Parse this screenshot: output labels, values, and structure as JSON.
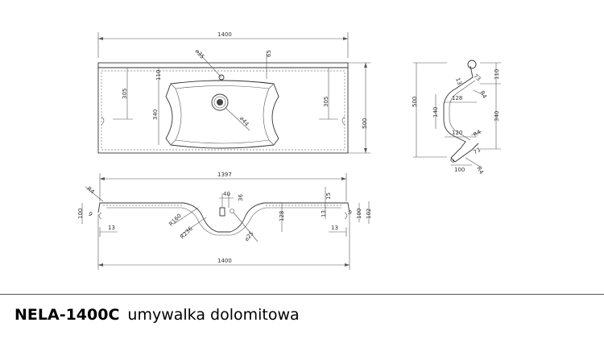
{
  "product": {
    "code": "NELA-1400C",
    "description": "umywalka dolomitowa"
  },
  "top_view": {
    "overall_width": "1400",
    "depth": "500",
    "hole_diameter": "⌀35",
    "hole_offset": "65",
    "bowl_front_offset": "110",
    "bowl_depth": "340",
    "side_left": "305",
    "side_right": "305",
    "drain_diameter": "⌀44"
  },
  "side_view": {
    "depth": "500",
    "bowl_depth_left": "140",
    "bowl_top_width": "128",
    "bowl_bottom_width": "120",
    "r_top": "R4",
    "r_mid": "R4",
    "r_bottom": "R4",
    "height_right": "110",
    "bowl_depth_right": "340",
    "bottom_width": "100",
    "r13": "13",
    "d73_top": "73",
    "d73_bottom": "73",
    "d9_bottom": "9"
  },
  "front_view": {
    "top_width": "1397",
    "bottom_width": "1400",
    "left_radius": "R4",
    "left_height": "100",
    "left_angle": "9",
    "left_offset": "13",
    "r160": "R160",
    "r236": "R236",
    "d40": "40",
    "d36": "36",
    "bowl_height": "128",
    "lip_15": "15",
    "lip_13": "13",
    "right_100": "100",
    "right_102": "102",
    "right_angle": "9",
    "right_offset": "13",
    "drain_diameter": "⌀25"
  }
}
